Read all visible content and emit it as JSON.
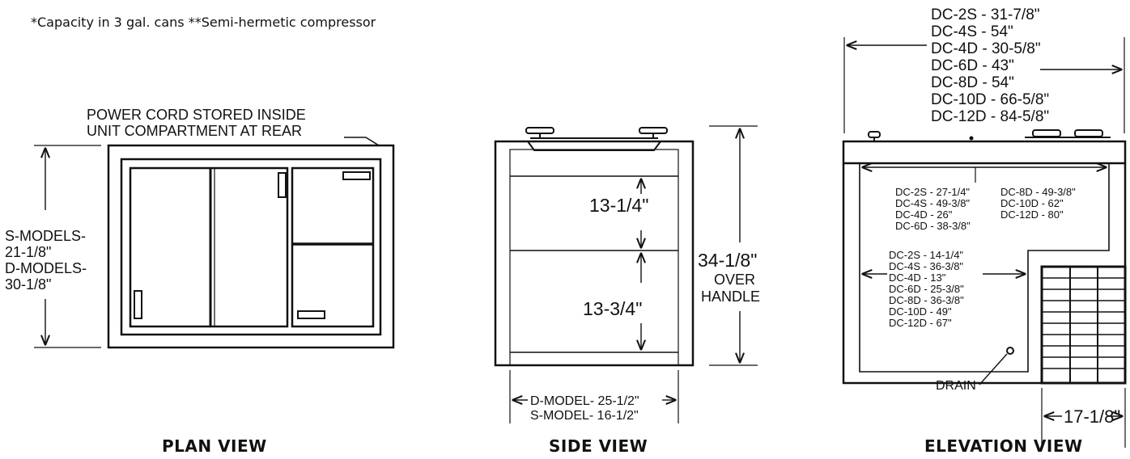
{
  "footnote": "*Capacity in 3 gal. cans  **Semi-hermetic compressor",
  "plan": {
    "title": "PLAN VIEW",
    "cord_note_1": "POWER CORD STORED INSIDE",
    "cord_note_2": "UNIT COMPARTMENT AT REAR",
    "depth_1": "S-MODELS-",
    "depth_2": "21-1/8\"",
    "depth_3": "D-MODELS-",
    "depth_4": "30-1/8\""
  },
  "side": {
    "title": "SIDE VIEW",
    "upper": "13-1/4\"",
    "lower": "13-3/4\"",
    "height_1": "34-1/8\"",
    "height_2": "OVER",
    "height_3": "HANDLE",
    "width_1": "D-MODEL- 25-1/2\"",
    "width_2": "S-MODEL- 16-1/2\""
  },
  "elevation": {
    "title": "ELEVATION VIEW",
    "overall": [
      "DC-2S - 31-7/8\"",
      "DC-4S - 54\"",
      "DC-4D - 30-5/8\"",
      "DC-6D - 43\"",
      "DC-8D - 54\"",
      "DC-10D - 66-5/8\"",
      "DC-12D - 84-5/8\""
    ],
    "interior_a": [
      "DC-2S - 27-1/4\"",
      "DC-4S - 49-3/8\"",
      "DC-4D - 26\"",
      "DC-6D - 38-3/8\""
    ],
    "interior_b": [
      "DC-8D - 49-3/8\"",
      "DC-10D - 62\"",
      "DC-12D - 80\""
    ],
    "lower_widths": [
      "DC-2S - 14-1/4\"",
      "DC-4S - 36-3/8\"",
      "DC-4D - 13\"",
      "DC-6D - 25-3/8\"",
      "DC-8D - 36-3/8\"",
      "DC-10D - 49\"",
      "DC-12D - 67\""
    ],
    "drain": "DRAIN",
    "compressor_width": "17-1/8\""
  }
}
